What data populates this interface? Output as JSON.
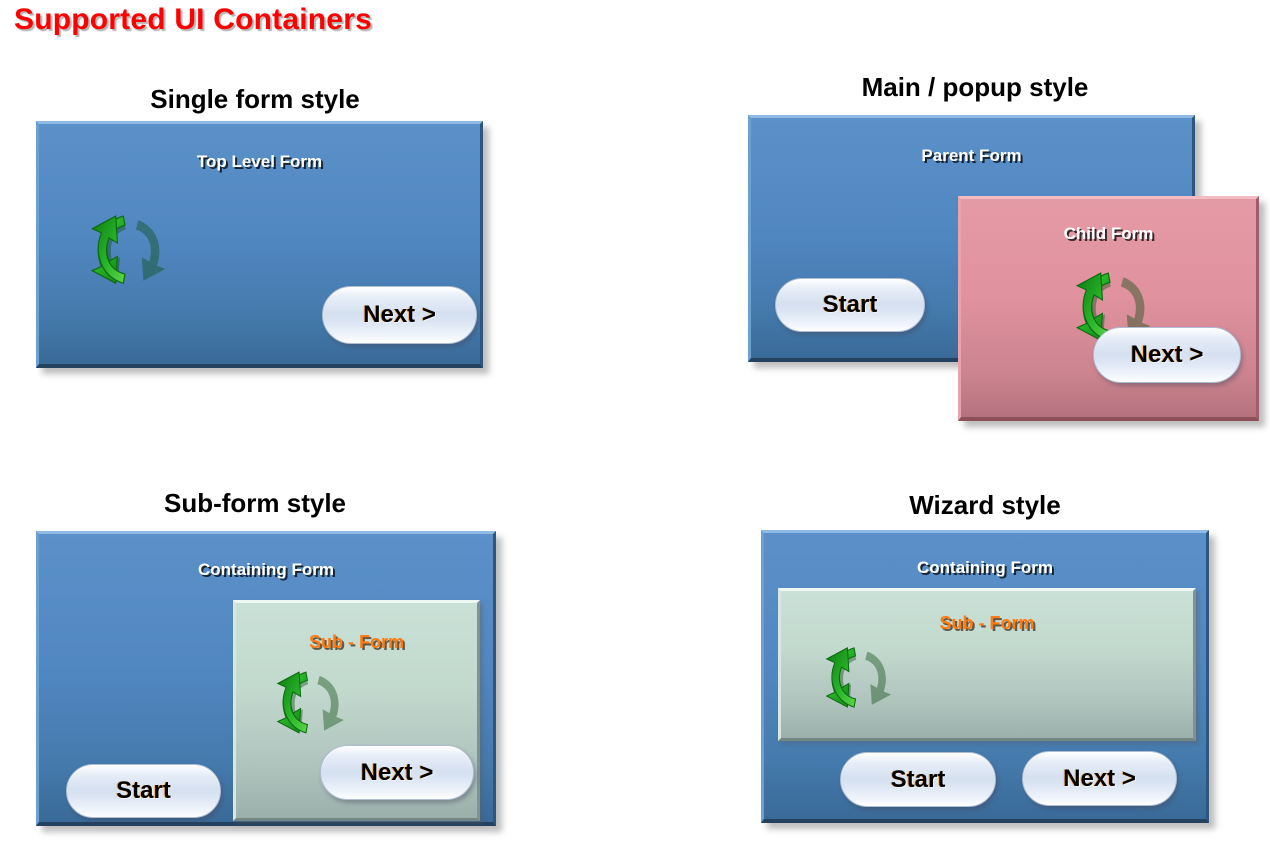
{
  "page": {
    "title": "Supported UI Containers",
    "title_color": "#ff0000",
    "background_color": "#ffffff"
  },
  "colors": {
    "form_blue": "#5288c2",
    "form_blue_dark": "#3a6a98",
    "form_pink": "#e0929e",
    "form_pink_dark": "#b5727e",
    "subform_green": "#c2d9ce",
    "subform_green_dark": "#9bb0ab",
    "button_face": "#dbe5f3",
    "subform_label": "#ff7a10",
    "form_label": "#ffffff",
    "icon_green": "#2db82d"
  },
  "sections": [
    {
      "id": "single-form-style",
      "title": "Single form style",
      "forms": [
        {
          "id": "top-level-form",
          "caption": "Top Level Form",
          "kind": "blue"
        }
      ],
      "subforms": [],
      "icons": [
        {
          "id": "refresh-cycle-icon",
          "name": "refresh-cycle-icon"
        }
      ],
      "buttons": [
        {
          "id": "next-button",
          "label": "Next >"
        }
      ]
    },
    {
      "id": "main-popup-style",
      "title": "Main / popup style",
      "forms": [
        {
          "id": "parent-form",
          "caption": "Parent Form",
          "kind": "blue"
        },
        {
          "id": "child-form",
          "caption": "Child Form",
          "kind": "pink"
        }
      ],
      "subforms": [],
      "icons": [
        {
          "id": "refresh-cycle-icon",
          "name": "refresh-cycle-icon"
        }
      ],
      "buttons": [
        {
          "id": "start-button",
          "label": "Start"
        },
        {
          "id": "next-button",
          "label": "Next >"
        }
      ]
    },
    {
      "id": "sub-form-style",
      "title": "Sub-form style",
      "forms": [
        {
          "id": "containing-form",
          "caption": "Containing Form",
          "kind": "blue"
        }
      ],
      "subforms": [
        {
          "id": "sub-form",
          "caption": "Sub - Form"
        }
      ],
      "icons": [
        {
          "id": "refresh-cycle-icon",
          "name": "refresh-cycle-icon"
        }
      ],
      "buttons": [
        {
          "id": "start-button",
          "label": "Start"
        },
        {
          "id": "next-button",
          "label": "Next >"
        }
      ]
    },
    {
      "id": "wizard-style",
      "title": "Wizard style",
      "forms": [
        {
          "id": "containing-form",
          "caption": "Containing Form",
          "kind": "blue"
        }
      ],
      "subforms": [
        {
          "id": "sub-form",
          "caption": "Sub - Form"
        }
      ],
      "icons": [
        {
          "id": "refresh-cycle-icon",
          "name": "refresh-cycle-icon"
        }
      ],
      "buttons": [
        {
          "id": "start-button",
          "label": "Start"
        },
        {
          "id": "next-button",
          "label": "Next >"
        }
      ]
    }
  ]
}
